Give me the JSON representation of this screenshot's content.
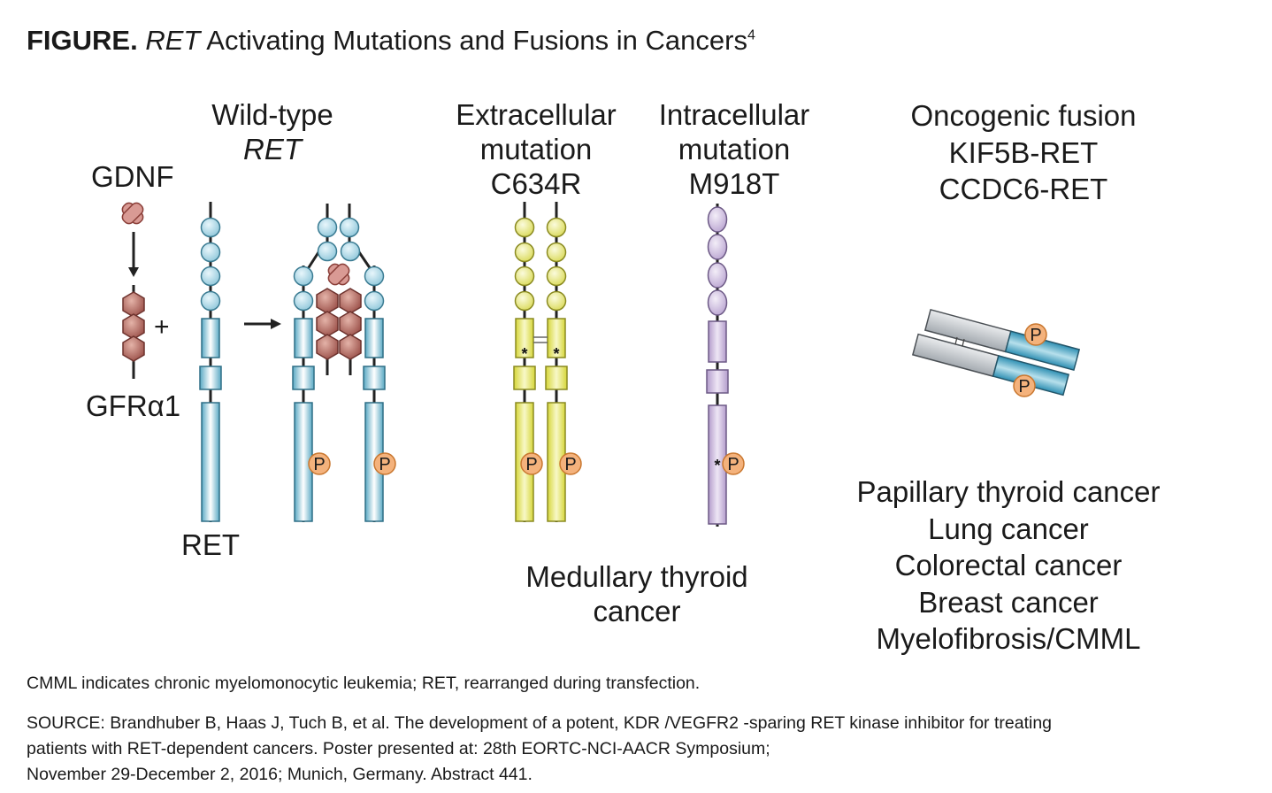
{
  "title": {
    "prefix": "FIGURE.",
    "gene": "RET",
    "rest": " Activating Mutations and Fusions in Cancers",
    "ref": "4"
  },
  "labels": {
    "gdnf": "GDNF",
    "gfra1": "GFRα1",
    "plus": "+",
    "ret": "RET",
    "wildtype": [
      "Wild-type",
      "RET"
    ],
    "extracellular": [
      "Extracellular",
      "mutation",
      "C634R"
    ],
    "intracellular": [
      "Intracellular",
      "mutation",
      "M918T"
    ],
    "oncogenic": [
      "Oncogenic fusion",
      "KIF5B-RET",
      "CCDC6-RET"
    ],
    "phospho": "P",
    "asterisk": "*"
  },
  "cancers": {
    "medullary": [
      "Medullary thyroid",
      "cancer"
    ],
    "fusion": [
      "Papillary thyroid cancer",
      "Lung cancer",
      "Colorectal cancer",
      "Breast cancer",
      "Myelofibrosis/CMML"
    ]
  },
  "footnotes": {
    "abbrev": "CMML indicates chronic myelomonocytic leukemia; RET, rearranged during transfection.",
    "source": [
      "SOURCE: Brandhuber B, Haas J, Tuch B, et al. The development of a potent, KDR /VEGFR2 -sparing RET  kinase inhibitor for treating",
      "patients with  RET-dependent cancers. Poster presented at: 28th EORTC-NCI-AACR Symposium;",
      "November 29-December 2, 2016; Munich, Germany. Abstract 441."
    ]
  },
  "colors": {
    "wildtype": "#9fd3e2",
    "ligand": "#b86a6a",
    "extracellular": "#e6e67a",
    "intracellular": "#cbb8dc",
    "phospho": "#f4b27c",
    "fusion_gray": "#c9cdd1"
  }
}
